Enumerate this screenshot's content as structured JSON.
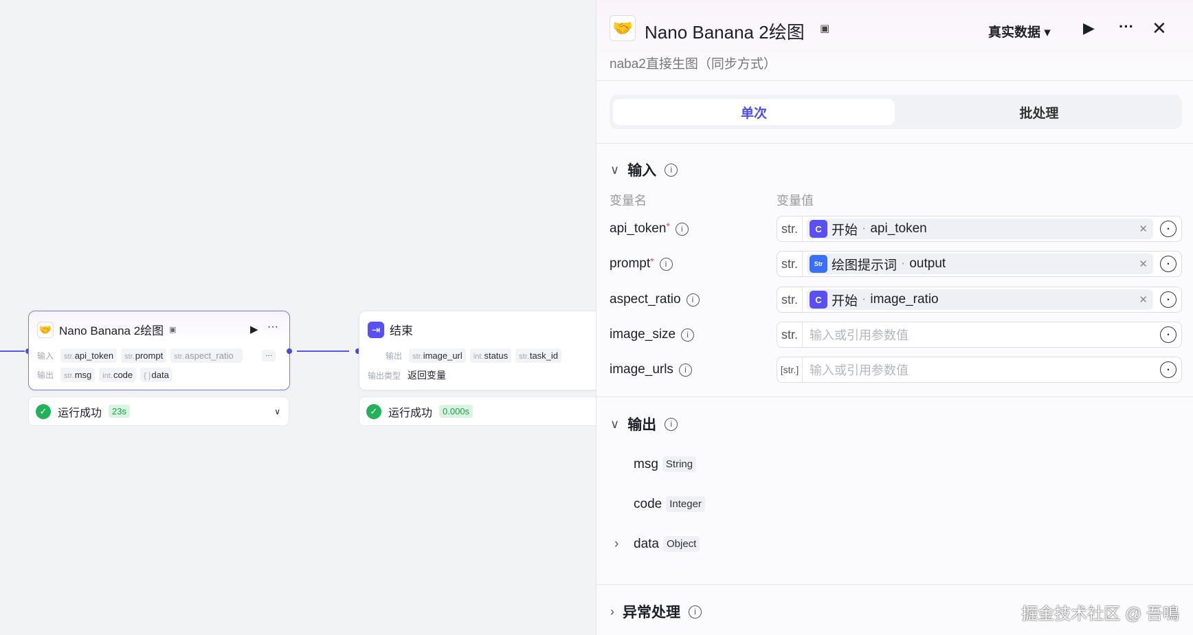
{
  "canvas": {
    "node1": {
      "title": "Nano Banana 2绘图",
      "input_label": "输入",
      "inputs": [
        {
          "t": "str.",
          "n": "api_token"
        },
        {
          "t": "str.",
          "n": "prompt"
        },
        {
          "t": "str.",
          "n": "aspect_ratio"
        }
      ],
      "more": "···",
      "output_label": "输出",
      "outputs": [
        {
          "t": "str.",
          "n": "msg"
        },
        {
          "t": "int.",
          "n": "code"
        },
        {
          "t": "{ }",
          "n": "data"
        }
      ],
      "status": "运行成功",
      "time": "23s"
    },
    "node2": {
      "title": "结束",
      "output_label": "输出",
      "outputs": [
        {
          "t": "str.",
          "n": "image_url"
        },
        {
          "t": "int.",
          "n": "status"
        },
        {
          "t": "str.",
          "n": "task_id"
        }
      ],
      "type_label": "输出类型",
      "type_value": "返回变量",
      "status": "运行成功",
      "time": "0.000s"
    }
  },
  "panel": {
    "title": "Nano Banana 2绘图",
    "description": "naba2直接生图（同步方式）",
    "data_mode": "真实数据",
    "tabs": [
      "单次",
      "批处理"
    ],
    "input": {
      "title": "输入",
      "col_name": "变量名",
      "col_value": "变量值",
      "rows": [
        {
          "name": "api_token",
          "required": "*",
          "type": "str.",
          "ref_node": "开始",
          "ref_var": "api_token",
          "icon": "C"
        },
        {
          "name": "prompt",
          "required": "*",
          "type": "str.",
          "ref_node": "绘图提示词",
          "ref_var": "output",
          "icon": "Str"
        },
        {
          "name": "aspect_ratio",
          "type": "str.",
          "ref_node": "开始",
          "ref_var": "image_ratio",
          "icon": "C"
        },
        {
          "name": "image_size",
          "type": "str.",
          "placeholder": "输入或引用参数值"
        },
        {
          "name": "image_urls",
          "type": "[str.]",
          "placeholder": "输入或引用参数值"
        }
      ]
    },
    "output": {
      "title": "输出",
      "items": [
        {
          "name": "msg",
          "type": "String"
        },
        {
          "name": "code",
          "type": "Integer"
        },
        {
          "name": "data",
          "type": "Object"
        }
      ]
    },
    "exception": {
      "title": "异常处理"
    },
    "watermark": "掘金技术社区 @ 吾鳴"
  },
  "colors": {
    "accent": "#4f4ce6",
    "success": "#23b25a"
  }
}
